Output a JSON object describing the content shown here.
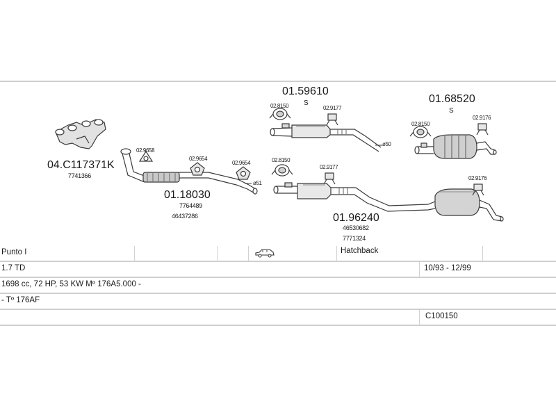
{
  "colors": {
    "line": "#cfcfcf",
    "part_stroke": "#3a3a3a",
    "part_fill": "#d8d8d8",
    "part_dark": "#7a7a7a",
    "text": "#1a1a1a"
  },
  "parts": {
    "manifold": {
      "number": "04.C117371K",
      "ref": "7741366"
    },
    "gasket_a": {
      "number": "02.9658"
    },
    "front_pipe": {
      "number": "01.18030",
      "refs": [
        "7764489",
        "46437286"
      ]
    },
    "clamp_a": {
      "number": "02.9654"
    },
    "clamp_b": {
      "number": "02.9654"
    },
    "pipe_label_a": {
      "text": "ø51"
    },
    "upper_middle": {
      "number": "01.59610",
      "suffix": "S"
    },
    "upper_clamp": {
      "number": "02.8150"
    },
    "upper_hanger": {
      "number": "02.9177"
    },
    "pipe_label_b": {
      "text": "ø50"
    },
    "upper_rear": {
      "number": "01.68520",
      "suffix": "S"
    },
    "upper_rear_clamp": {
      "number": "02.8150"
    },
    "upper_rear_hanger": {
      "number": "02.9176"
    },
    "lower_clamp": {
      "number": "02.8150"
    },
    "lower_hanger": {
      "number": "02.9177"
    },
    "rear_system": {
      "number": "01.96240",
      "refs": [
        "46530682",
        "7771324"
      ]
    },
    "rear_hanger": {
      "number": "02.9176"
    }
  },
  "table": {
    "row1": {
      "model": "Punto I",
      "body_icon": "car-hatchback-icon",
      "body": "Hatchback"
    },
    "row2": {
      "engine": "1.7 TD",
      "years": "10/93 - 12/99"
    },
    "row3": {
      "spec": "1698 cc, 72 HP, 53 KW Mº 176A5.000 -"
    },
    "row4": {
      "note": "- Tº 176AF"
    },
    "row5": {
      "code": "C100150"
    }
  }
}
